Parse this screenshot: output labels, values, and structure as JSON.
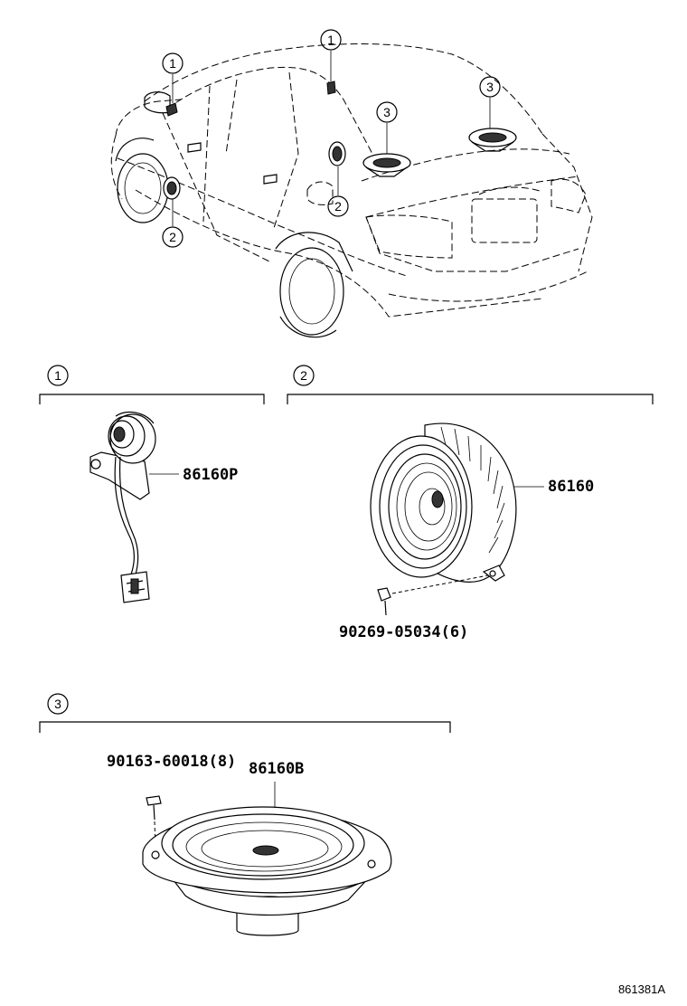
{
  "diagram": {
    "callouts": {
      "car_1a": "1",
      "car_1b": "1",
      "car_2a": "2",
      "car_2b": "2",
      "car_3a": "3",
      "car_3b": "3",
      "section_1": "1",
      "section_2": "2",
      "section_3": "3"
    },
    "parts": {
      "tweeter": "86160P",
      "front_speaker": "86160",
      "front_screw": "90269-05034(6)",
      "rear_screw": "90163-60018(8)",
      "rear_speaker": "86160B"
    },
    "reference": "861381A"
  }
}
